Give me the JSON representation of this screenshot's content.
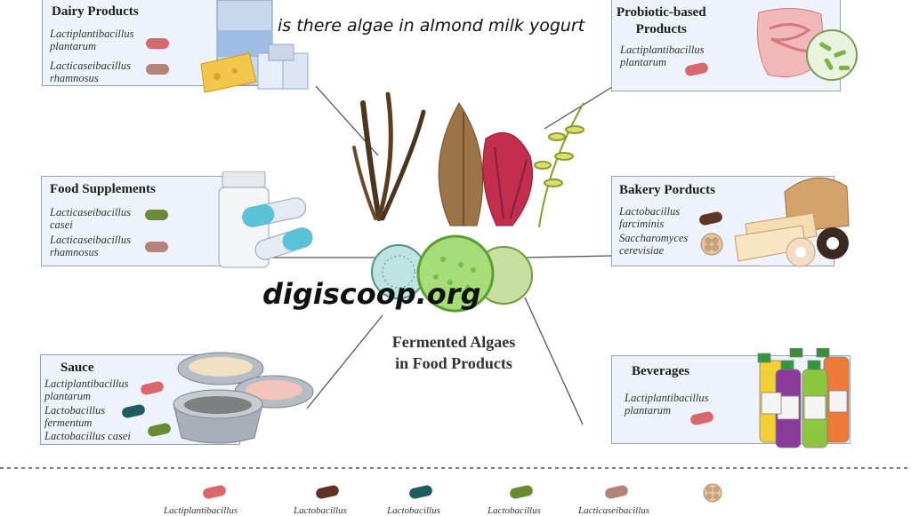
{
  "overlay": {
    "question": "is there algae in almond milk yogurt",
    "watermark": "digiscoop.org"
  },
  "center": {
    "caption_line1": "Fermented Algaes",
    "caption_line2": "in Food Products"
  },
  "categories": {
    "dairy": {
      "title": "Dairy Products",
      "strains": [
        "Lactiplantibacillus\nplantarum",
        "Lacticaseibacillus\nrhamnosus"
      ]
    },
    "supplements": {
      "title": "Food Supplements",
      "strains": [
        "Lacticaseibacillus\ncasei",
        "Lacticaseibacillus\nrhamnosus"
      ]
    },
    "sauce": {
      "title": "Sauce",
      "strains": [
        "Lactiplantibacillus\nplantarum",
        "Lactobacillus\nfermentum",
        "Lactobacillus casei"
      ]
    },
    "probiotic": {
      "title": "Probiotic-based\nProducts",
      "strains": [
        "Lactiplantibacillus\nplantarum"
      ]
    },
    "bakery": {
      "title": "Bakery Porducts",
      "strains": [
        "Lactobacillus\nfarciminis",
        "Saccharomyces\ncerevisiae"
      ]
    },
    "beverages": {
      "title": "Beverages",
      "strains": [
        "Lactiplantibacillus\nplantarum"
      ]
    }
  },
  "colors": {
    "plantarum": "#d9676b",
    "rhamnosus": "#b3837a",
    "casei": "#6b8a34",
    "fermentum": "#1f5d63",
    "farciminis": "#5e3427",
    "yeast": "#c8a07a",
    "box_bg": "#eef3fb",
    "connector": "#555555"
  },
  "legend": {
    "items": [
      "Lactiplantibacillus",
      "Lactobacillus",
      "Lactobacillus",
      "Lactobacillus",
      "Lacticaseibacillus",
      ""
    ]
  }
}
